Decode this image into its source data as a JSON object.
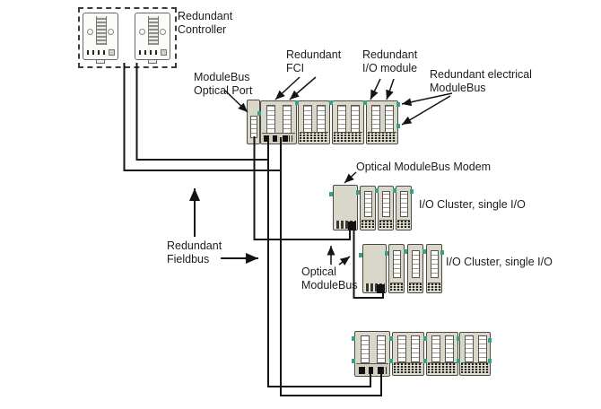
{
  "diagram": {
    "labels": {
      "redundant_controller": "Redundant\nController",
      "modulebus_optical_port": "ModuleBus\nOptical Port",
      "redundant_fci": "Redundant\nFCI",
      "redundant_io_module": "Redundant\nI/O module",
      "redundant_electrical_modulebus": "Redundant electrical\nModuleBus",
      "optical_modulebus_modem": "Optical ModuleBus Modem",
      "io_cluster_single_io_1": "I/O Cluster, single I/O",
      "io_cluster_single_io_2": "I/O Cluster, single I/O",
      "redundant_fieldbus": "Redundant\nFieldbus",
      "optical_modulebus": "Optical\nModuleBus"
    },
    "colors": {
      "background": "#ffffff",
      "module_body": "#d8d7c9",
      "module_border": "#4b4b44",
      "green_connector": "#3aa183",
      "line": "#141414",
      "text": "#1c1c1c"
    }
  }
}
